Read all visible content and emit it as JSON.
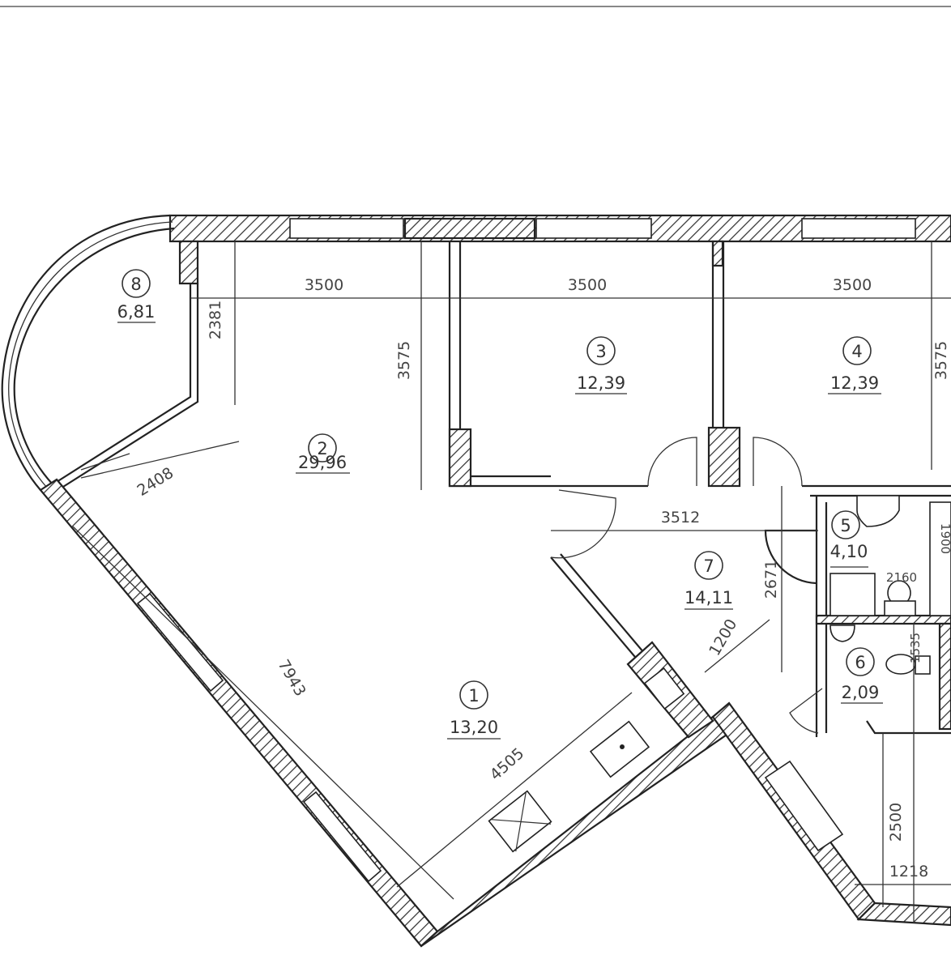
{
  "rooms": [
    {
      "number": "1",
      "area": "13,20"
    },
    {
      "number": "2",
      "area": "29,96"
    },
    {
      "number": "3",
      "area": "12,39"
    },
    {
      "number": "4",
      "area": "12,39"
    },
    {
      "number": "5",
      "area": "4,10"
    },
    {
      "number": "6",
      "area": "2,09"
    },
    {
      "number": "7",
      "area": "14,11"
    },
    {
      "number": "8",
      "area": "6,81"
    }
  ],
  "dimensions": {
    "room2_width": "3500",
    "room3_width": "3500",
    "room4_width": "3500",
    "balcony_depth": "2381",
    "room3_depth": "3575",
    "room4_depth": "3575",
    "balcony_opening": "2408",
    "hall_width": "3512",
    "hall_depth": "2671",
    "passage": "1200",
    "living_length": "7943",
    "kitchen_length": "4505",
    "bath_width": "2160",
    "bathtub_length": "1900",
    "wc_length": "1535",
    "loggia_length": "2500",
    "loggia_width": "1218"
  }
}
